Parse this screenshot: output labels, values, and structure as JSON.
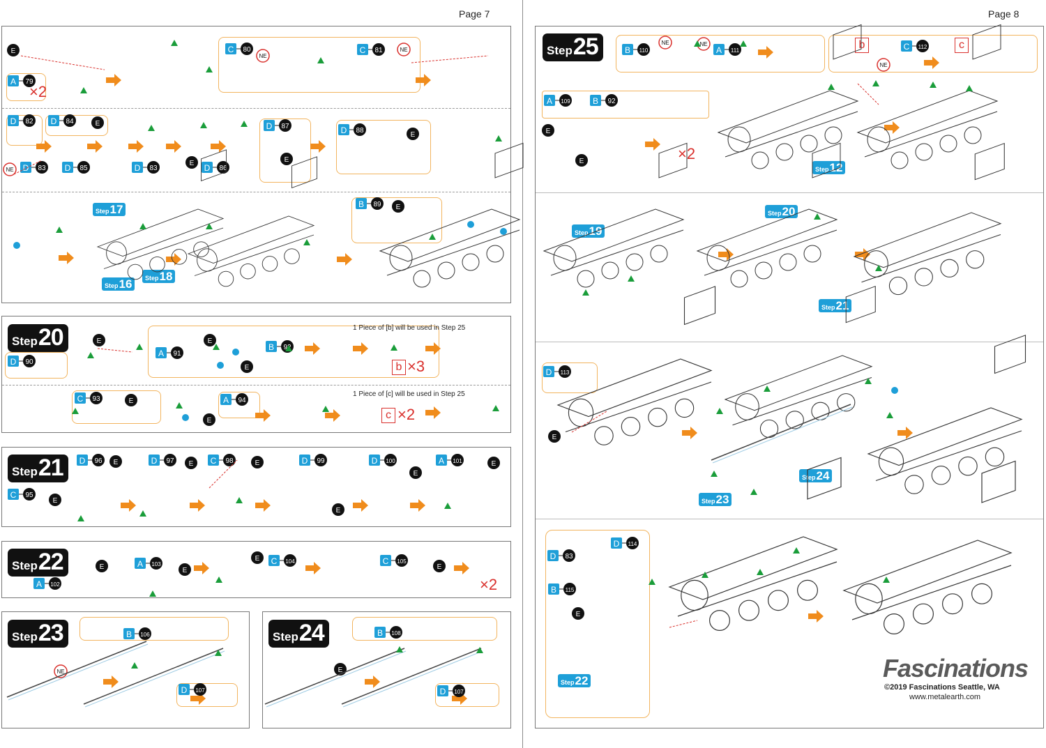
{
  "pages": {
    "left": "Page 7",
    "right": "Page 8"
  },
  "step_word": "Step",
  "badges": {
    "s20": "20",
    "s21": "21",
    "s22": "22",
    "s23": "23",
    "s24": "24",
    "s25": "25"
  },
  "blue_tags": {
    "t17": "17",
    "t16": "16",
    "t18": "18",
    "t12": "12",
    "t19": "19",
    "t20": "20",
    "t21": "21",
    "t23": "23",
    "t24": "24",
    "t22": "22"
  },
  "notes": {
    "step20_b": "1 Piece of [b] will be used in Step 25",
    "step20_c": "1 Piece of [c] will be used in Step 25"
  },
  "multipliers": {
    "m79": "×2",
    "b3": "×3",
    "c2": "×2",
    "m22": "×2",
    "m25": "×2"
  },
  "letters": {
    "b": "b",
    "c": "c"
  },
  "part_labels": [
    "E",
    "NE",
    "A",
    "B",
    "C",
    "D"
  ],
  "part_numbers": [
    "79",
    "80",
    "81",
    "82",
    "83",
    "84",
    "85",
    "86",
    "87",
    "88",
    "89",
    "90",
    "91",
    "92",
    "93",
    "94",
    "95",
    "96",
    "97",
    "98",
    "99",
    "100",
    "101",
    "102",
    "103",
    "104",
    "105",
    "106",
    "107",
    "108",
    "109",
    "110",
    "111",
    "112",
    "113",
    "114",
    "115"
  ],
  "brand": {
    "logo": "Fascinations",
    "copyright": "©2019 Fascinations Seattle, WA",
    "url": "www.metalearth.com"
  },
  "colors": {
    "orange_arrow": "#f08c1c",
    "blue_tag": "#1e9fd8",
    "red_accent": "#d9302c",
    "green_marker": "#1a9d3a",
    "border": "#777777"
  }
}
